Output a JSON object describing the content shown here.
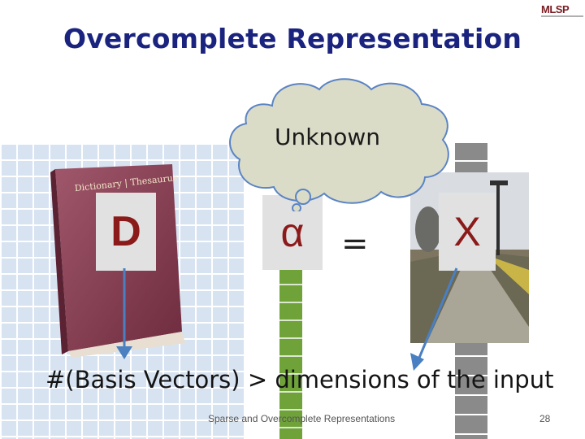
{
  "slide": {
    "title": "Overcomplete Representation",
    "logo_text": "MLSP",
    "cloud_label": "Unknown",
    "dictionary_symbol": "D",
    "coefficient_symbol": "α",
    "equals_symbol": "=",
    "signal_symbol": "X",
    "caption": "#(Basis Vectors)  > dimensions of the input",
    "footer": "Sparse and Overcomplete Representations",
    "page_number": "28"
  },
  "images": {
    "book_title": "Dictionary | Thesaurus",
    "grid_color": "#d7e3f1",
    "green_color": "#6fa33a",
    "gray_color": "#8a8a8a",
    "accent_color": "#1a237e",
    "label_color": "#8b1a1a",
    "arrow_color": "#4a7fc1"
  }
}
